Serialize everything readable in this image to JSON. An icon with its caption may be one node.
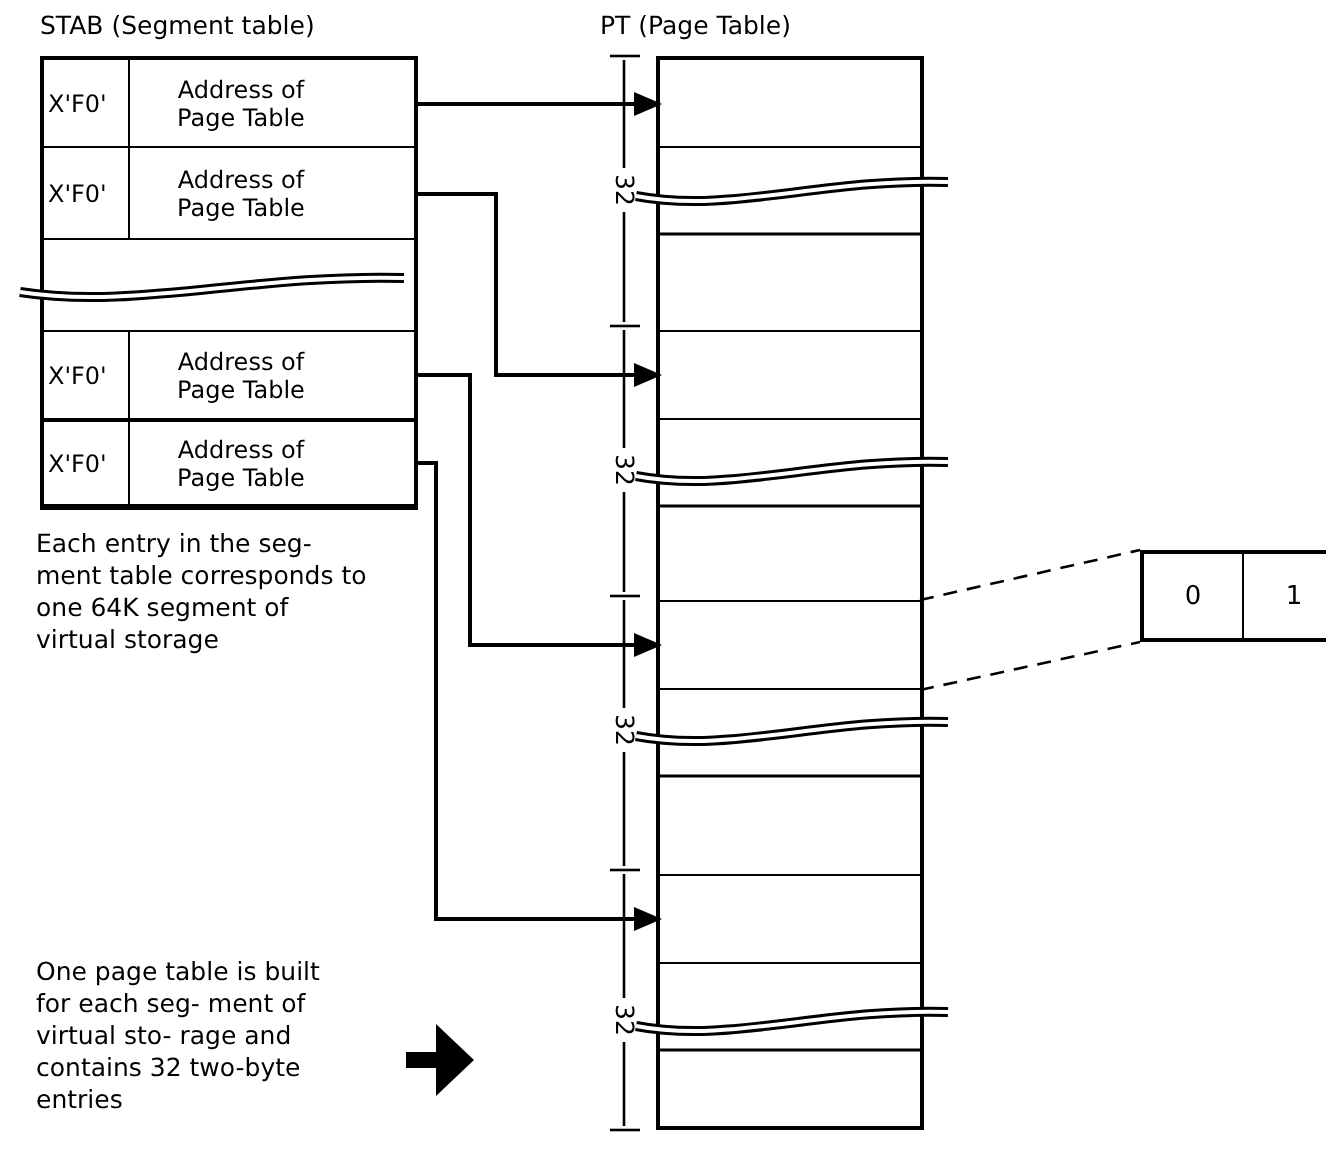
{
  "diagram": {
    "nodes": [
      {
        "text": [
          "STAB (Segment table)"
        ]
      },
      {
        "text": [
          "X'F0'",
          "Address of Page Table"
        ],
        "in": 0
      },
      {
        "text": [
          "X'F0'",
          "Address of Page Table"
        ],
        "in": 0
      },
      {
        "text": [
          "X'F0'",
          "Address of Page Table"
        ],
        "in": 0
      },
      {
        "text": [
          "X'F0'",
          "Address of Page Table"
        ],
        "in": 0
      },
      {
        "text": [
          "PT (Page Table)"
        ]
      },
      {
        "text": [],
        "shape": "box",
        "in": 5
      },
      {
        "text": [],
        "shape": "box",
        "in": 5
      },
      {
        "text": [],
        "shape": "box",
        "in": 5
      },
      {
        "text": [],
        "shape": "box",
        "in": 5
      },
      {
        "text": [
          "0",
          "1"
        ]
      }
    ],
    "edges": [
      {
        "from": 1,
        "to": 6,
        "arrow": "to"
      },
      {
        "from": 2,
        "to": 7,
        "arrow": "to"
      },
      {
        "from": 3,
        "to": 8,
        "arrow": "to"
      },
      {
        "from": 4,
        "to": 9,
        "arrow": "to"
      },
      {
        "from": 8,
        "to": 10,
        "arrow": "none",
        "style": "dashed"
      },
      {
        "from": 8,
        "to": 10,
        "arrow": "none",
        "style": "dashed"
      }
    ],
    "labels": [
      "Each entry in the seg- ment table corresponds to one 64K segment of virtual storage",
      "32",
      "32",
      "32",
      "32",
      "One page table is built for each seg- ment of virtual sto- rage and contains 32 two-byte entries"
    ]
  }
}
